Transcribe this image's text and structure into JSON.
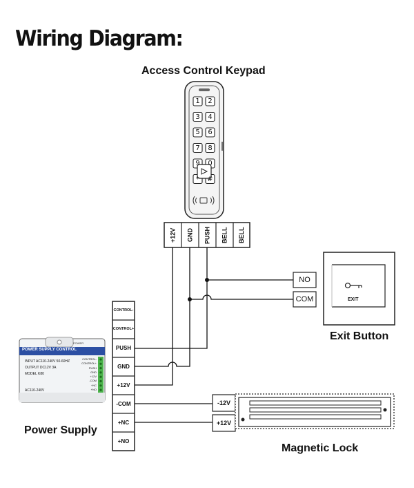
{
  "title": "Wiring Diagram:",
  "keypad": {
    "heading": "Access Control Keypad",
    "keys": [
      "1",
      "2",
      "3",
      "4",
      "5",
      "6",
      "7",
      "8",
      "9",
      "0",
      "*",
      "#"
    ],
    "terminals": [
      "+12V",
      "GND",
      "PUSH",
      "BELL",
      "BELL"
    ]
  },
  "exit_button": {
    "heading": "Exit Button",
    "terminals": [
      "NO",
      "COM"
    ],
    "label": "EXIT"
  },
  "power_supply": {
    "heading": "Power Supply",
    "terminals": [
      "CONTROL-",
      "CONTROL+",
      "PUSH",
      "GND",
      "+12V",
      "-COM",
      "+NC",
      "+NO"
    ],
    "device": {
      "header": "POWER SUPPLY CONTROL",
      "power_label": "POWER",
      "input": "INPUT  AC110-240V  50-60HZ",
      "output": "OUTPUT  DC12V  3A",
      "model": "MODEL  K80",
      "bottom": "AC110-240V",
      "side_labels": [
        "CONTROL-",
        "CONTROL+",
        "PUSH",
        "GND",
        "+12V",
        "-COM",
        "+NC",
        "+NO"
      ]
    }
  },
  "magnetic_lock": {
    "heading": "Magnetic Lock",
    "terminals": [
      "-12V",
      "+12V"
    ]
  }
}
